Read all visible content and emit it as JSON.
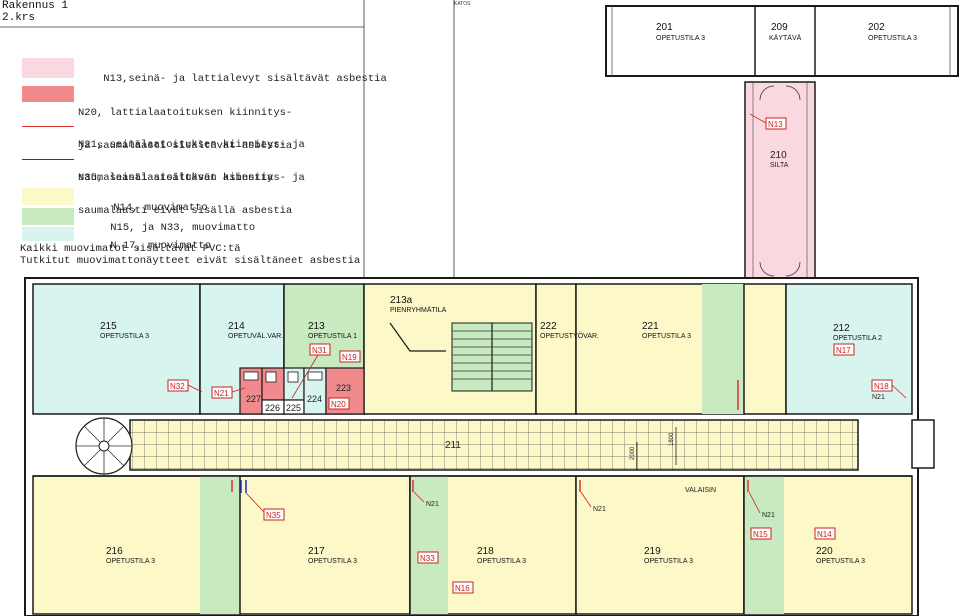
{
  "header": {
    "building": "Rakennus 1",
    "floor": "2.krs"
  },
  "legend": {
    "items": [
      {
        "line1": "N13,seinä- ja lattialevyt sisältävät asbestia",
        "line2": "",
        "swatch": "fill",
        "color": "#f9d9df"
      },
      {
        "line1": "N20, lattialaatoituksen kiinnitys-",
        "line2": "ja saumalaasti sisältävät asbestia",
        "swatch": "fill",
        "color": "#f08a8c"
      },
      {
        "line1": "N21, seinälaatoituksen kiinnitys- ja",
        "line2": "saumalaasti sisältävät asbestia",
        "swatch": "line",
        "color": "#e03030"
      },
      {
        "line1": "N35, seinälaatoituksen kiinnitys- ja",
        "line2": "saumalaasti eivät sisällä asbestia",
        "swatch": "line",
        "color": "#2030c0"
      },
      {
        "line1": "N14, muovimatto",
        "line2": "",
        "swatch": "fill",
        "color": "#fcf8c8"
      },
      {
        "line1": "N15, ja N33, muovimatto",
        "line2": "",
        "swatch": "fill",
        "color": "#c8eac0"
      },
      {
        "line1": "N 17, muovimatto",
        "line2": "",
        "swatch": "fill",
        "color": "#d8f4ee"
      }
    ],
    "note1": "Kaikki muovimatot sisältävät PVC:tä",
    "note2": "Tutkitut muovimattonäytteet eivät sisältäneet asbestia"
  },
  "colors": {
    "n13": "#f9d9df",
    "n20": "#f08a8c",
    "n14": "#fcf8c8",
    "n15": "#c8eac0",
    "n17": "#d8f4ee",
    "wall": "#1a1a1a",
    "marker": "#cc2020",
    "n35_line": "#2030c0"
  },
  "top_label": "KATOS",
  "rooms": {
    "r201": {
      "num": "201",
      "name": "OPETUSTILA 3"
    },
    "r209": {
      "num": "209",
      "name": "KÄYTÄVÄ"
    },
    "r202": {
      "num": "202",
      "name": "OPETUSTILA 3"
    },
    "r210": {
      "num": "210",
      "name": "SILTA"
    },
    "r213a": {
      "num": "213a",
      "name": "PIENRYHMÄTILA"
    },
    "r215": {
      "num": "215",
      "name": "OPETUSTILA 3"
    },
    "r214": {
      "num": "214",
      "name": "OPETUVÄL.VAR."
    },
    "r213": {
      "num": "213",
      "name": "OPETUSTILA 1"
    },
    "r222": {
      "num": "222",
      "name": "OPETUSTYÖVAR."
    },
    "r221": {
      "num": "221",
      "name": "OPETUSTILA 3"
    },
    "r212": {
      "num": "212",
      "name": "OPETUSTILA 2"
    },
    "r223": {
      "num": "223",
      "name": ""
    },
    "r224": {
      "num": "224",
      "name": ""
    },
    "r225": {
      "num": "225",
      "name": ""
    },
    "r226": {
      "num": "226",
      "name": ""
    },
    "r227": {
      "num": "227",
      "name": ""
    },
    "r211": {
      "num": "211",
      "name": ""
    },
    "r216": {
      "num": "216",
      "name": "OPETUSTILA 3"
    },
    "r217": {
      "num": "217",
      "name": "OPETUSTILA 3"
    },
    "r218": {
      "num": "218",
      "name": "OPETUSTILA 3"
    },
    "r219": {
      "num": "219",
      "name": "OPETUSTILA 3"
    },
    "r220": {
      "num": "220",
      "name": "OPETUSTILA 3"
    }
  },
  "dims": {
    "d1": "1800",
    "d2": "2000"
  },
  "fixture_label": "VALAISIN",
  "tags": {
    "n13": "N13",
    "n31": "N31",
    "n19": "N19",
    "n17": "N17",
    "n32": "N32",
    "n21_a": "N21",
    "n20": "N20",
    "n18": "N18",
    "n21_b": "N21",
    "n35": "N35",
    "n21_c": "N21",
    "n21_d": "N21",
    "n21_e": "N21",
    "n15": "N15",
    "n14": "N14",
    "n33": "N33",
    "n16": "N16"
  }
}
